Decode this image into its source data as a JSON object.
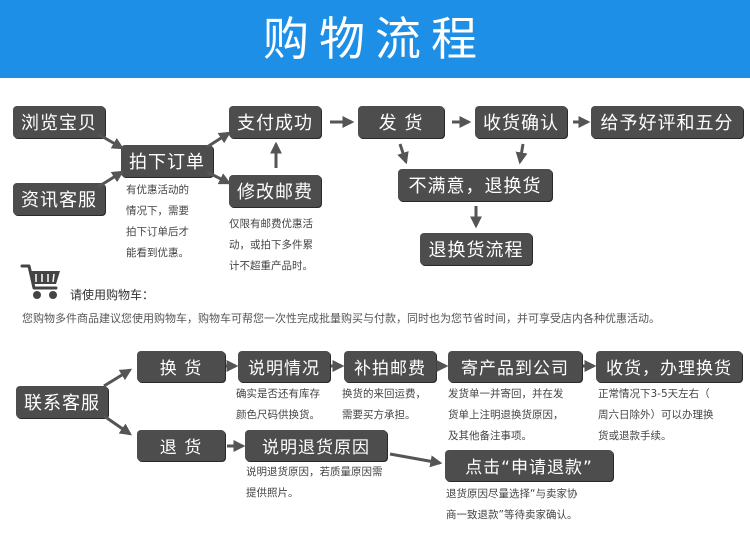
{
  "header": {
    "title": "购物流程"
  },
  "flow1": {
    "browse": "浏览宝贝",
    "consult": "资讯客服",
    "order": "拍下订单",
    "pay": "支付成功",
    "modify_postage": "修改邮费",
    "ship": "发 货",
    "confirm": "收货确认",
    "review": "给予好评和五分",
    "unsatisfied": "不满意，退换货",
    "return_flow": "退换货流程",
    "order_note": [
      "有优惠活动的",
      "情况下，需要",
      "拍下订单后才",
      "能看到优惠。"
    ],
    "postage_note": [
      "仅限有邮费优惠活",
      "动，或拍下多件累",
      "计不超重产品时。"
    ]
  },
  "cart_tip": {
    "title": "请使用购物车：",
    "body": "您购物多件商品建议您使用购物车，购物车可帮您一次性完成批量购买与付款，同时也为您节省时间，并可享受店内各种优惠活动。"
  },
  "flow2": {
    "contact": "联系客服",
    "exchange": "换 货",
    "explain": "说明情况",
    "repost": "补拍邮费",
    "send_to_company": "寄产品到公司",
    "receive_exchange": "收货，办理换货",
    "refund": "退 货",
    "explain_reason": "说明退货原因",
    "apply_refund": "点击“申请退款”",
    "explain_note": [
      "确实是否还有库存",
      "颜色尺码供换货。"
    ],
    "repost_note": [
      "换货的来回运费，",
      "需要买方承担。"
    ],
    "send_note": [
      "发货单一并寄回，并在发",
      "货单上注明退换货原因，",
      "及其他备注事项。"
    ],
    "receive_note": [
      "正常情况下3-5天左右（",
      "周六日除外）可以办理换",
      "货或退款手续。"
    ],
    "reason_note": [
      "说明退货原因，若质量原因需",
      "提供照片。"
    ],
    "apply_note": [
      "退货原因尽量选择“与卖家协",
      "商一致退款”等待卖家确认。"
    ]
  },
  "colors": {
    "header_bg": "#1e8fe6",
    "box_bg": "#4d4d4d",
    "arrow": "#555555"
  }
}
